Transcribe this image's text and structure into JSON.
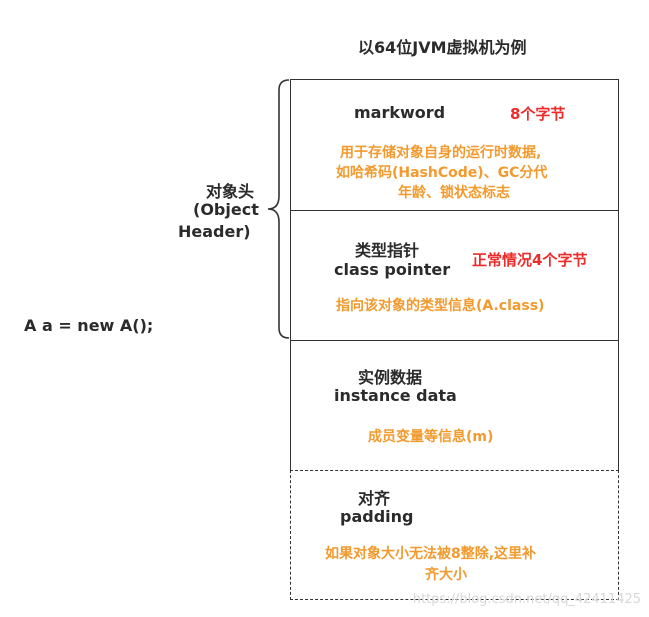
{
  "title": "以64位JVM虚拟机为例",
  "code_example": "A a = new A();",
  "object_header": {
    "cn_label": "对象头",
    "en_label_line1": "(Object",
    "en_label_line2": "Header)"
  },
  "markword": {
    "name": "markword",
    "size": "8个字节",
    "desc_line1": "用于存储对象自身的运行时数据,",
    "desc_line2": "如哈希码(HashCode)、GC分代",
    "desc_line3": "年龄、锁状态标志"
  },
  "class_pointer": {
    "cn_name": "类型指针",
    "en_name": "class pointer",
    "size": "正常情况4个字节",
    "desc": "指向该对象的类型信息(A.class)"
  },
  "instance_data": {
    "cn_name": "实例数据",
    "en_name": "instance data",
    "desc": "成员变量等信息(m)"
  },
  "padding": {
    "cn_name": "对齐",
    "en_name": "padding",
    "desc_line1": "如果对象大小无法被8整除,这里补",
    "desc_line2": "齐大小"
  },
  "watermark": "https://blog.csdn.net/qq_42411425",
  "colors": {
    "border": "#333333",
    "text": "#2b2b2b",
    "orange": "#f29a2e",
    "red": "#ec2b2b"
  }
}
